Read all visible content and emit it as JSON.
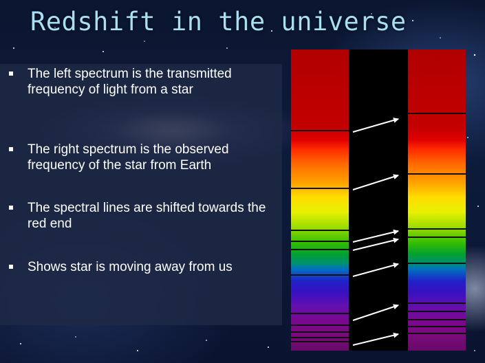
{
  "slide": {
    "title": "Redshift in the universe",
    "bullets": [
      "The left spectrum is the transmitted frequency of light from a star",
      "The right spectrum is the observed frequency of the star from Earth",
      "The spectral lines are shifted towards the red end",
      "Shows star is moving away from us"
    ]
  },
  "figure": {
    "spectrum_colors": [
      "#b00000",
      "#ff2a00",
      "#ffa000",
      "#ffdc00",
      "#38c000",
      "#0070c0",
      "#3a10c0",
      "#7a0a7a"
    ],
    "arrow_color": "#ffffff",
    "background_color": "#000000"
  }
}
